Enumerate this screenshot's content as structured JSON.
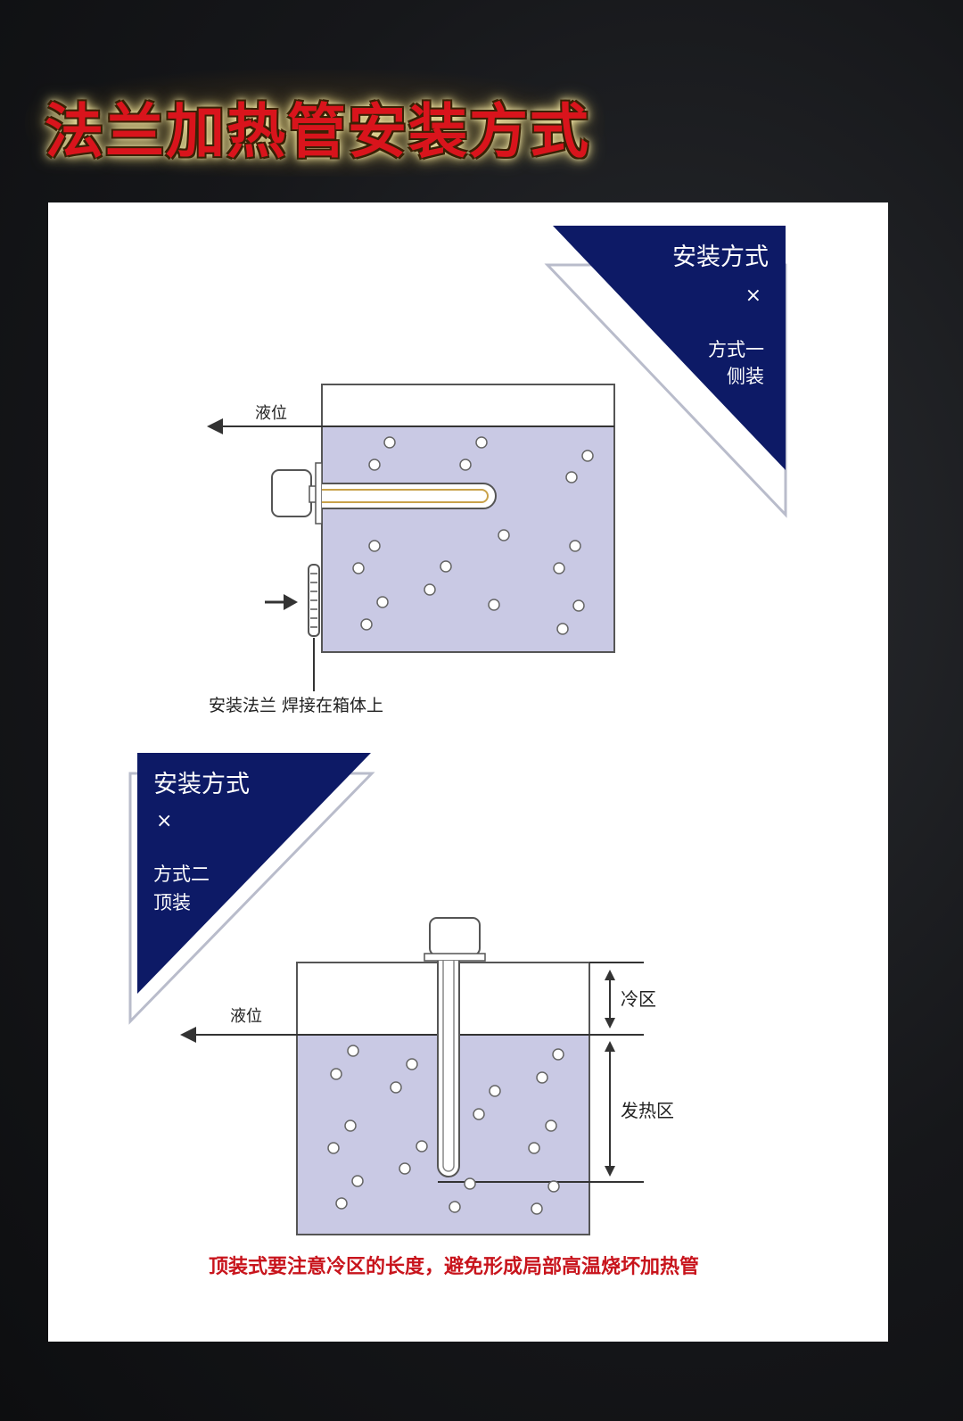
{
  "title": "法兰加热管安装方式",
  "colors": {
    "title_red": "#d9141c",
    "navy": "#0d1a66",
    "liquid": "#c9c9e4",
    "warning_red": "#c8141c"
  },
  "method1": {
    "banner_title": "安装方式",
    "banner_x": "×",
    "banner_line1": "方式一",
    "banner_line2": "侧装",
    "liquid_level_label": "液位",
    "flange_caption": "安装法兰 焊接在箱体上"
  },
  "method2": {
    "banner_title": "安装方式",
    "banner_x": "×",
    "banner_line1": "方式二",
    "banner_line2": "顶装",
    "liquid_level_label": "液位",
    "cold_zone_label": "冷区",
    "heating_zone_label": "发热区"
  },
  "note": "顶装式要注意冷区的长度，避免形成局部高温烧坏加热管"
}
